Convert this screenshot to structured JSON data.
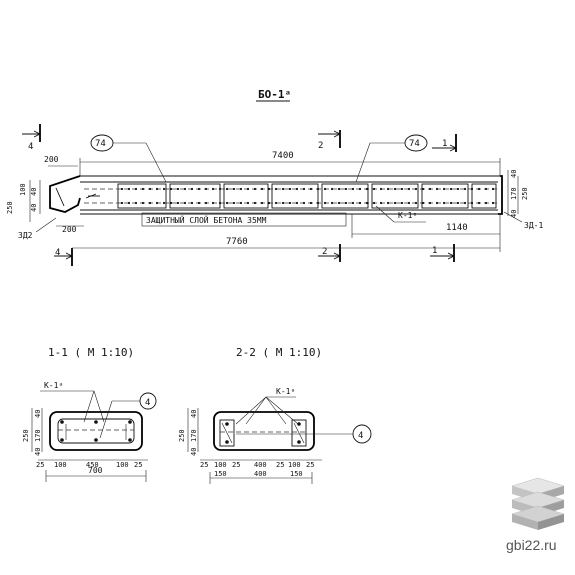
{
  "drawing": {
    "title": "БО-1ᵃ",
    "section_marks": {
      "s4": "4",
      "s2": "2",
      "s1": "1"
    },
    "callouts": {
      "c74_left": "74",
      "c74_right": "74",
      "c4_left": "4",
      "c4_right": "4"
    },
    "dims": {
      "overall_top": "7400",
      "overall_bottom": "7760",
      "right_part": "1140",
      "left_top": "200",
      "left_bottom": "200",
      "left_100": "100",
      "left_40a": "40",
      "left_40b": "40",
      "left_250": "250",
      "right_40a": "40",
      "right_170": "170",
      "right_250": "250",
      "right_40b": "40"
    },
    "labels": {
      "cover_note": "ЗАЩИТНЫЙ СЛОЙ БЕТОНА 35ММ",
      "frame_mark": "К-1ᵃ",
      "left_end": "ЗД2",
      "right_end": "ЗД-1"
    }
  },
  "section_1": {
    "title": "1-1 ( М 1:10)",
    "frame_mark": "К-1ᵃ",
    "callout": "4",
    "v_dims": [
      "40",
      "170",
      "40",
      "250"
    ],
    "h_dims": [
      "25",
      "100",
      "450",
      "100",
      "25"
    ],
    "total": "700"
  },
  "section_2": {
    "title": "2-2 ( М 1:10)",
    "frame_mark": "К-1ᵃ",
    "callout": "4",
    "v_dims": [
      "40",
      "170",
      "40",
      "250"
    ],
    "h_dims": [
      "25",
      "100",
      "25",
      "400",
      "25",
      "100",
      "25"
    ],
    "h_dims2": [
      "150",
      "400",
      "150"
    ]
  },
  "watermark": {
    "site": "gbi22.ru"
  }
}
